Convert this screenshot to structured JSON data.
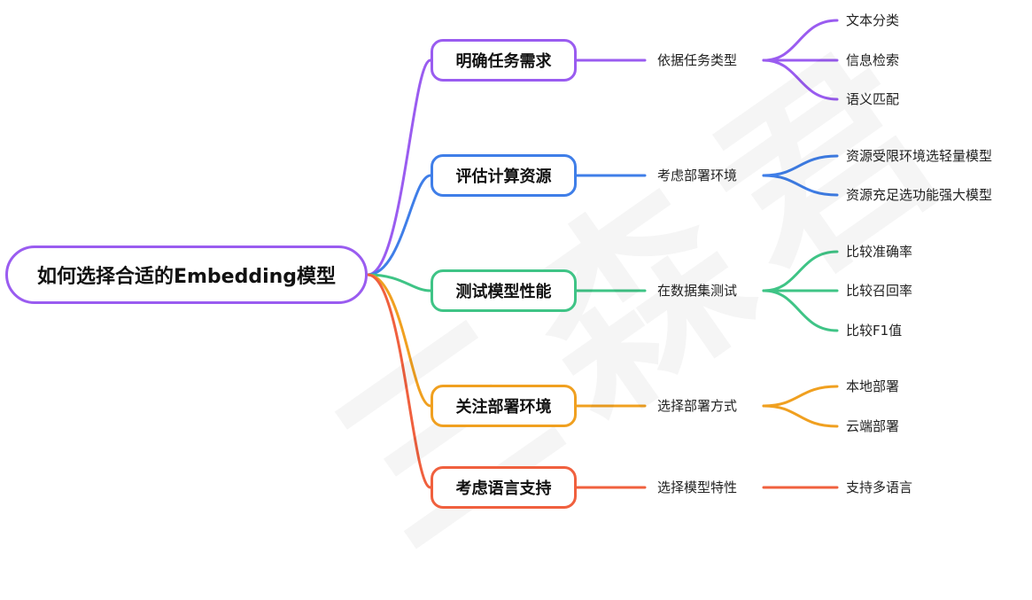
{
  "root": {
    "label": "如何选择合适的Embedding模型",
    "color": "#9a5cf0"
  },
  "watermark": "三森君",
  "branches": [
    {
      "label": "明确任务需求",
      "color": "#9a5cf0",
      "sub": "依据任务类型",
      "leaves": [
        "文本分类",
        "信息检索",
        "语义匹配"
      ]
    },
    {
      "label": "评估计算资源",
      "color": "#3f7ee8",
      "sub": "考虑部署环境",
      "leaves": [
        "资源受限环境选轻量模型",
        "资源充足选功能强大模型"
      ]
    },
    {
      "label": "测试模型性能",
      "color": "#3fc486",
      "sub": "在数据集测试",
      "leaves": [
        "比较准确率",
        "比较召回率",
        "比较F1值"
      ]
    },
    {
      "label": "关注部署环境",
      "color": "#f0a020",
      "sub": "选择部署方式",
      "leaves": [
        "本地部署",
        "云端部署"
      ]
    },
    {
      "label": "考虑语言支持",
      "color": "#f0603e",
      "sub": "选择模型特性",
      "leaves": [
        "支持多语言"
      ]
    }
  ]
}
